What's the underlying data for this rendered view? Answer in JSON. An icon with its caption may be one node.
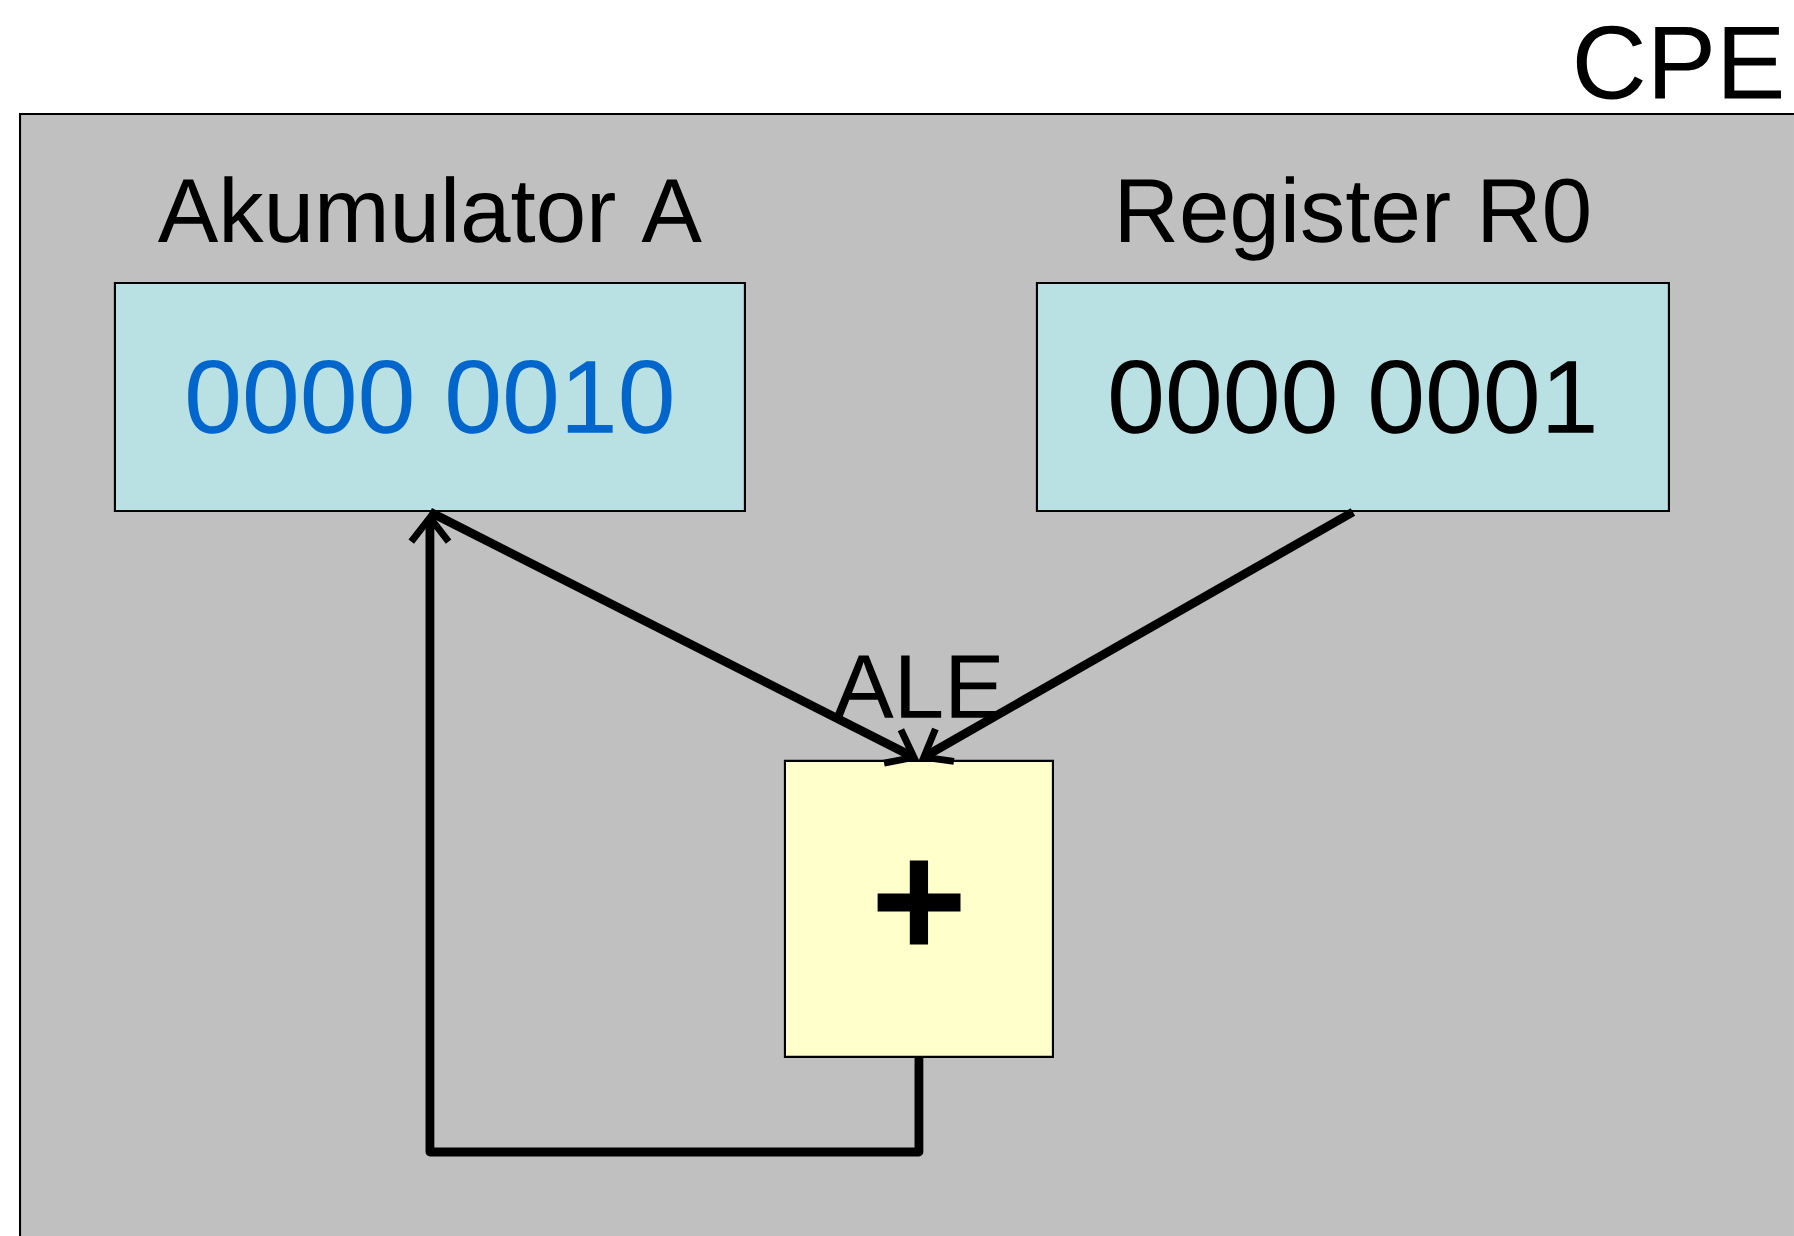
{
  "diagram": {
    "nodes": [
      {
        "text": [
          "CPE"
        ]
      },
      {
        "text": [
          "Akumulator A",
          "0000 0010"
        ],
        "in": 0
      },
      {
        "text": [
          "Register R0",
          "0000 0001"
        ],
        "in": 0
      },
      {
        "text": [
          "ALE",
          "+"
        ],
        "in": 0
      }
    ],
    "edges": [
      {
        "from": 1,
        "to": 3,
        "arrow": "to"
      },
      {
        "from": 2,
        "to": 3,
        "arrow": "to"
      },
      {
        "from": 3,
        "to": 1,
        "arrow": "to"
      }
    ]
  }
}
